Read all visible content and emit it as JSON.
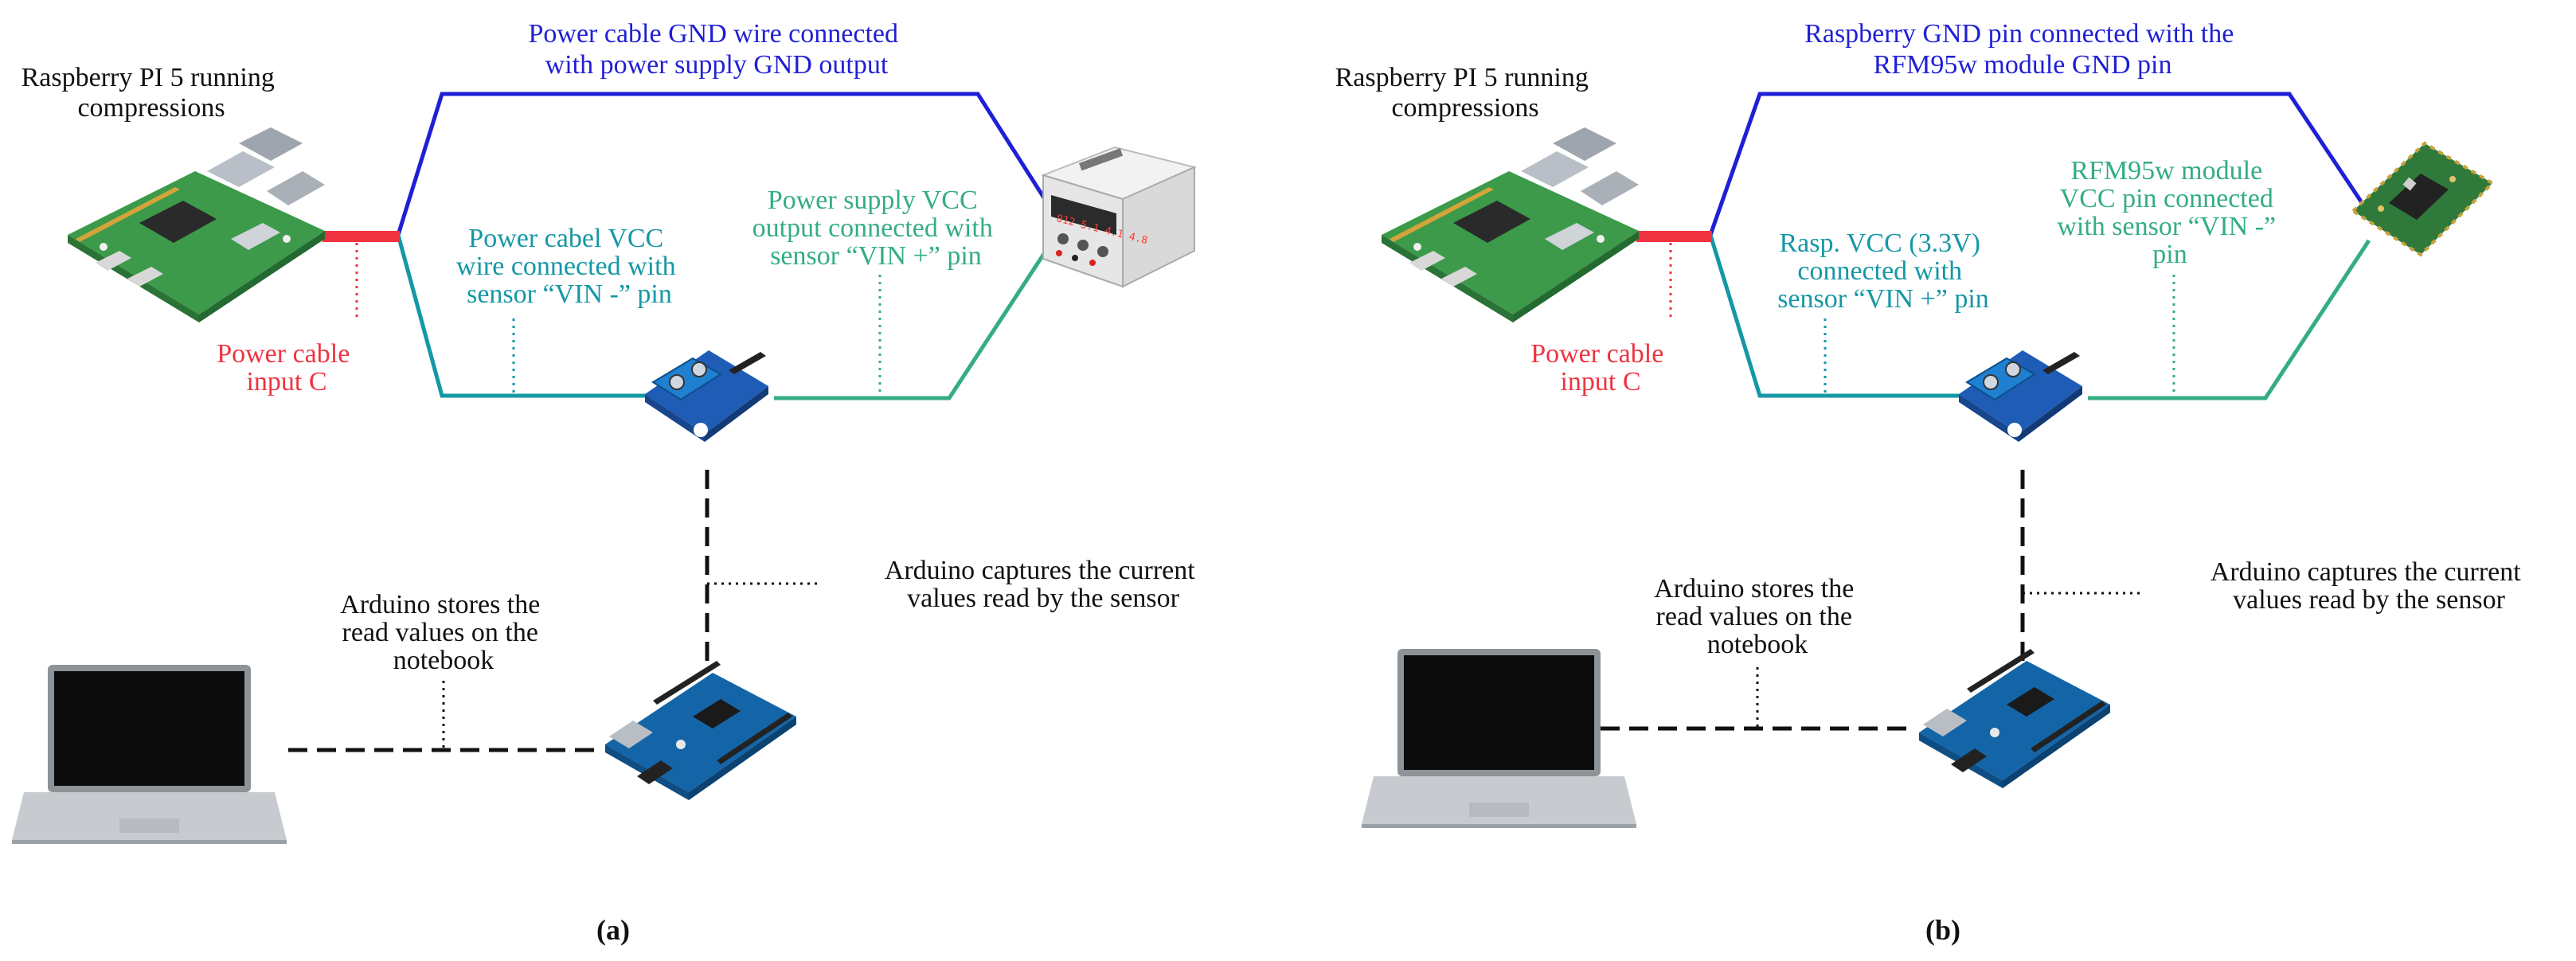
{
  "colors": {
    "gnd": "#1f1fd6",
    "vcc_sensor": "#1597a6",
    "vcc_supply": "#34ad82",
    "power_input": "#ef3340",
    "black": "#111111"
  },
  "icons": {
    "raspberry": "raspberry-pi-5-board-icon",
    "power_supply": "bench-power-supply-icon",
    "rfm95w": "rfm95w-radio-module-icon",
    "sensor": "current-sensor-board-icon",
    "arduino": "arduino-uno-board-icon",
    "laptop": "notebook-icon"
  },
  "panel_a": {
    "caption": "(a)",
    "raspberry_label": [
      "Raspberry PI 5 running",
      "compressions"
    ],
    "gnd_label": [
      "Power cable GND wire connected",
      "with power supply GND output"
    ],
    "vcc_sensor_label": [
      "Power cabel  VCC",
      "wire connected with",
      "sensor “VIN -” pin"
    ],
    "vcc_supply_label": [
      "Power supply VCC",
      "output connected with",
      "sensor “VIN +” pin"
    ],
    "power_input_label": [
      "Power cable",
      "input C"
    ],
    "arduino_capture_label": [
      "Arduino captures the current",
      "values read by the sensor"
    ],
    "arduino_store_label": [
      "Arduino stores the",
      "read values on the",
      "notebook"
    ],
    "power_supply_display": "012 5.1 4.1 4.8"
  },
  "panel_b": {
    "caption": "(b)",
    "raspberry_label": [
      "Raspberry PI 5 running",
      "compressions"
    ],
    "gnd_label": [
      "Raspberry GND pin connected with the",
      "RFM95w module GND pin"
    ],
    "vcc_sensor_label": [
      "Rasp. VCC (3.3V)",
      "connected with",
      "sensor “VIN +” pin"
    ],
    "vcc_supply_label": [
      "RFM95w module",
      "VCC pin connected",
      "with sensor “VIN -”",
      "pin"
    ],
    "power_input_label": [
      "Power cable",
      "input C"
    ],
    "arduino_capture_label": [
      "Arduino captures the current",
      "values read by the sensor"
    ],
    "arduino_store_label": [
      "Arduino stores the",
      "read values on the",
      "notebook"
    ]
  }
}
